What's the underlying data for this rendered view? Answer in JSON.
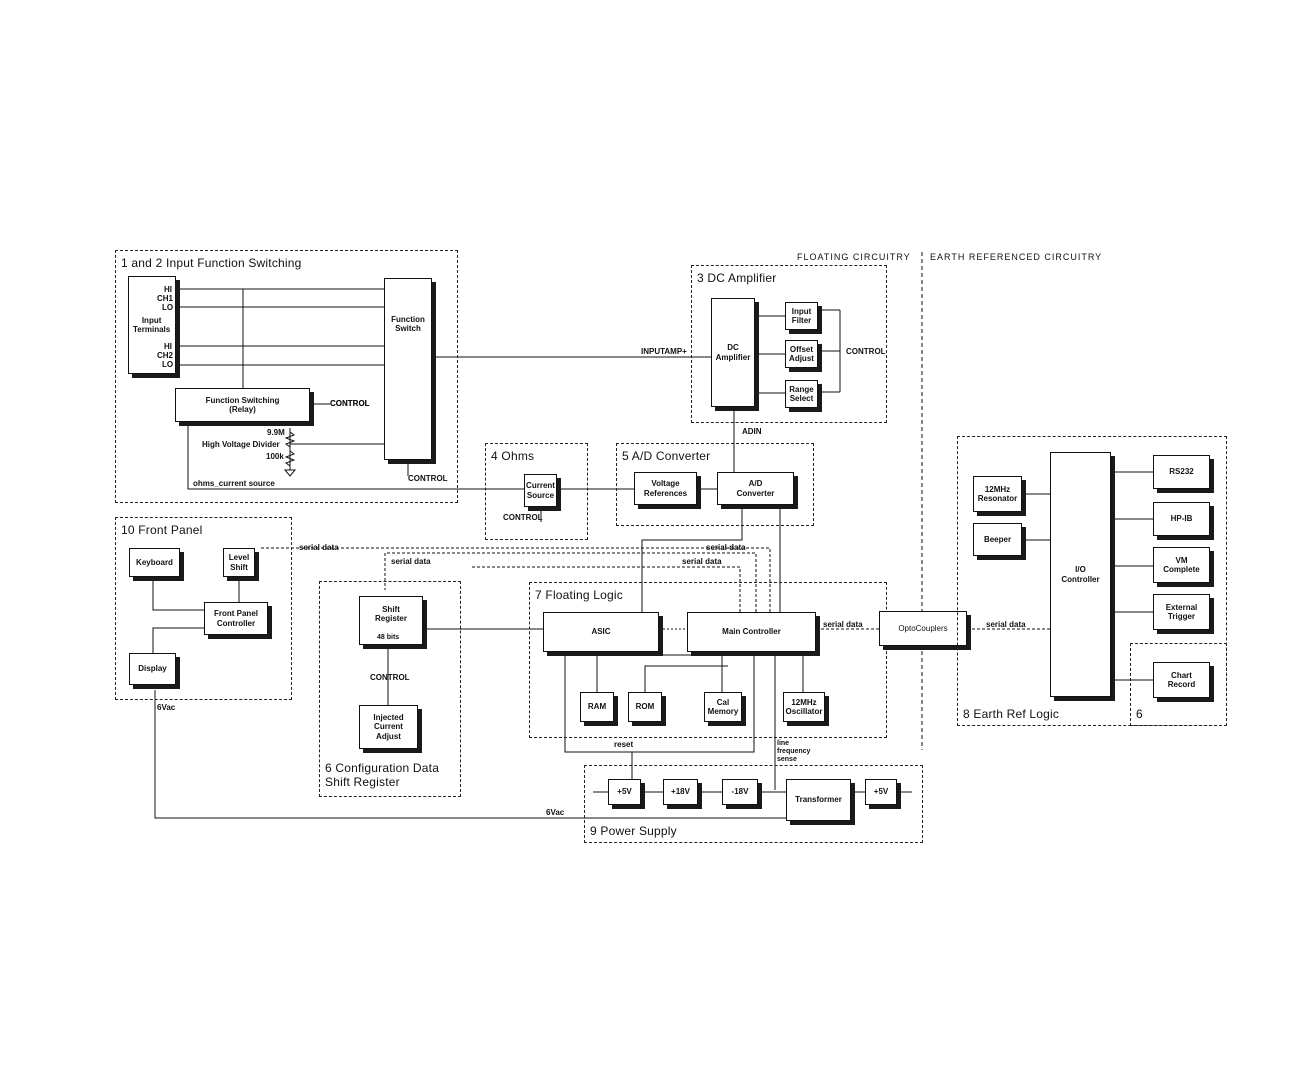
{
  "header": {
    "floating": "FLOATING CIRCUITRY",
    "earth": "EARTH REFERENCED CIRCUITRY"
  },
  "sections": {
    "input": "1 and 2  Input Function Switching",
    "dcamp": "3 DC Amplifier",
    "ohms": "4 Ohms",
    "adc": "5 A/D Converter",
    "config": "6 Configuration Data\nShift Register",
    "floating_logic": "7 Floating Logic",
    "earth_logic": "8 Earth Ref Logic",
    "six": "6",
    "power": "9 Power Supply",
    "front": "10 Front Panel"
  },
  "blocks": {
    "input_terminals": "Input\nTerminals",
    "terminal_labels": [
      "HI",
      "CH1",
      "LO",
      "HI",
      "CH2",
      "LO"
    ],
    "function_switch": "Function\nSwitch",
    "function_switching": "Function Switching\n(Relay)",
    "dc_amplifier": "DC\nAmplifier",
    "input_filter": "Input\nFilter",
    "offset_adjust": "Offset\nAdjust",
    "range_select": "Range\nSelect",
    "current_source": "Current\nSource",
    "voltage_references": "Voltage\nReferences",
    "ad_converter": "A/D\nConverter",
    "keyboard": "Keyboard",
    "level_shift": "Level\nShift",
    "front_panel_controller": "Front Panel\nController",
    "display": "Display",
    "shift_register": "Shift\nRegister",
    "shift_bits": "48 bits",
    "injected_current": "Injected\nCurrent\nAdjust",
    "asic": "ASIC",
    "main_controller": "Main Controller",
    "ram": "RAM",
    "rom": "ROM",
    "cal_memory": "Cal\nMemory",
    "oscillator_12": "12MHz\nOscillator",
    "optocouplers": "OptoCouplers",
    "resonator_12": "12MHz\nResonator",
    "beeper": "Beeper",
    "io_controller": "I/O\nController",
    "rs232": "RS232",
    "hpib": "HP-IB",
    "vm_complete": "VM\nComplete",
    "external_trigger": "External\nTrigger",
    "chart_record": "Chart\nRecord",
    "p5v": "+5V",
    "p18v": "+18V",
    "m18v": "-18V",
    "transformer": "Transformer",
    "p5v_earth": "+5V"
  },
  "labels": {
    "control_relay": "CONTROL",
    "control_switch": "CONTROL",
    "control_dc": "CONTROL",
    "control_ohms": "CONTROL",
    "control_shift": "CONTROL",
    "r_top": "9.9M",
    "hv_divider": "High Voltage Divider",
    "r_bottom": "100k",
    "ohms_current_source": "ohms_current source",
    "inputamp": "INPUTAMP+",
    "adin": "ADIN",
    "serial_front": "serial data",
    "serial_shift": "serial data",
    "serial_adc": "serial data",
    "serial_asic": "serial data",
    "serial_main": "serial data",
    "serial_earth": "serial data",
    "six_vac_front": "6Vac",
    "six_vac_bottom": "6Vac",
    "reset": "reset",
    "line_freq": "line\nfrequency\nsense"
  }
}
